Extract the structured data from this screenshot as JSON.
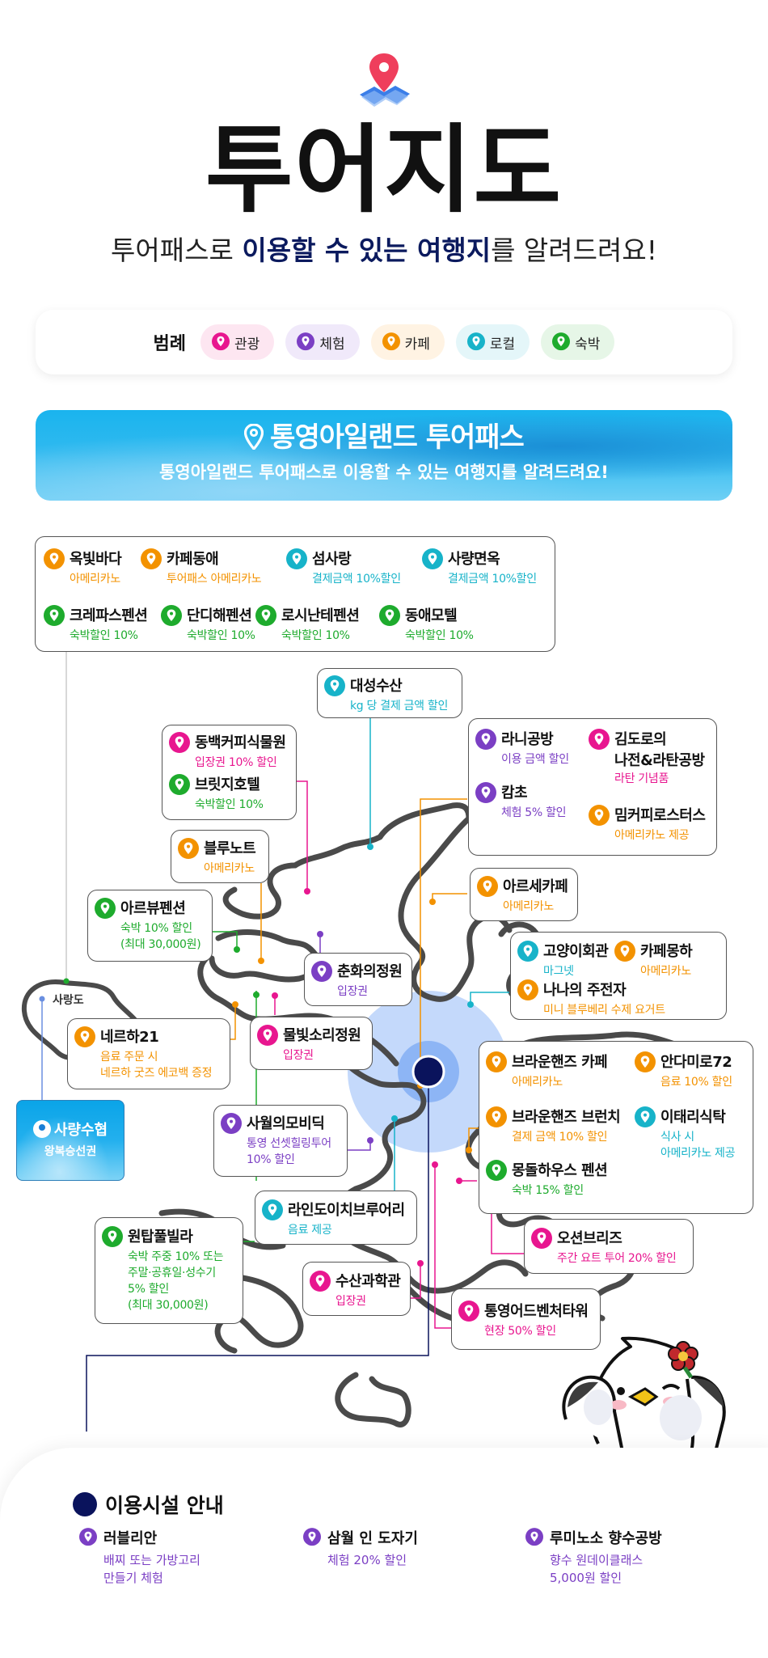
{
  "header": {
    "title": "투어지도",
    "subtitle_pre": "투어패스로 ",
    "subtitle_bold1": "이용할 수 있는 여행지",
    "subtitle_post": "를 알려드려요!"
  },
  "legend": {
    "title": "범례",
    "items": [
      {
        "label": "관광",
        "color": "#e8168f",
        "bg": "#fde6f1"
      },
      {
        "label": "체험",
        "color": "#7b3fc4",
        "bg": "#f0e9fa"
      },
      {
        "label": "카페",
        "color": "#f39200",
        "bg": "#fff3e3"
      },
      {
        "label": "로컬",
        "color": "#17b3c9",
        "bg": "#e4f6f9"
      },
      {
        "label": "숙박",
        "color": "#1eab2d",
        "bg": "#e6f6e7"
      }
    ]
  },
  "banner": {
    "title": "통영아일랜드 투어패스",
    "subtitle": "통영아일랜드 투어패스로 이용할 수 있는 여행지를 알려드려요!"
  },
  "colors": {
    "sightseeing": "#e8168f",
    "experience": "#7b3fc4",
    "cafe": "#f39200",
    "local": "#17b3c9",
    "stay": "#1eab2d",
    "navy": "#0a135c",
    "map_outline": "#4a4a4a",
    "highlight": "#b9d2fb"
  },
  "map": {
    "island_label": "사랑도",
    "saryang": {
      "title": "사량수협",
      "subtitle": "왕복승선권"
    },
    "cards": {
      "top": [
        {
          "name": "옥빛바다",
          "desc": "아메리카노",
          "cat": "cafe"
        },
        {
          "name": "카페동애",
          "desc": "투어패스 아메리카노",
          "cat": "cafe"
        },
        {
          "name": "섬사랑",
          "desc": "결제금액 10%할인",
          "cat": "local"
        },
        {
          "name": "사량면옥",
          "desc": "결제금액 10%할인",
          "cat": "local"
        },
        {
          "name": "크레파스펜션",
          "desc": "숙박할인 10%",
          "cat": "stay"
        },
        {
          "name": "단디해펜션",
          "desc": "숙박할인 10%",
          "cat": "stay"
        },
        {
          "name": "로시난테펜션",
          "desc": "숙박할인 10%",
          "cat": "stay"
        },
        {
          "name": "동애모텔",
          "desc": "숙박할인 10%",
          "cat": "stay"
        }
      ],
      "daesung": {
        "name": "대성수산",
        "desc": "kg 당 결제 금액 할인",
        "cat": "local"
      },
      "dongbaek": [
        {
          "name": "동백커피식물원",
          "desc": "입장권 10% 할인",
          "cat": "sightseeing"
        },
        {
          "name": "브릿지호텔",
          "desc": "숙박할인 10%",
          "cat": "stay"
        }
      ],
      "rani": [
        {
          "name": "라니공방",
          "desc": "이용 금액 할인",
          "cat": "experience"
        },
        {
          "name": "김도로의",
          "name2": "나전&라탄공방",
          "desc": "라탄 기념품",
          "cat": "sightseeing"
        },
        {
          "name": "캄초",
          "desc": "체험 5% 할인",
          "cat": "experience"
        },
        {
          "name": "밈커피로스터스",
          "desc": "아메리카노 제공",
          "cat": "cafe"
        }
      ],
      "bluenote": {
        "name": "블루노트",
        "desc": "아메리카노",
        "cat": "cafe"
      },
      "arse": {
        "name": "아르세카페",
        "desc": "아메리카노",
        "cat": "cafe"
      },
      "arview": {
        "name": "아르뷰펜션",
        "desc": "숙박 10% 할인",
        "desc2": "(최대 30,000원)",
        "cat": "stay"
      },
      "chunhwa": {
        "name": "춘화의정원",
        "desc": "입장권",
        "cat": "experience"
      },
      "goyang": [
        {
          "name": "고양이회관",
          "desc": "마그넷",
          "cat": "local"
        },
        {
          "name": "카페몽하",
          "desc": "아메리카노",
          "cat": "cafe"
        },
        {
          "name": "나나의 주전자",
          "desc": "미니 블루베리 수제 요거트",
          "cat": "cafe"
        }
      ],
      "nerha": {
        "name": "네르하21",
        "desc": "음료 주문 시",
        "desc2": "네르하 굿즈 에코백 증정",
        "cat": "cafe"
      },
      "mulbit": {
        "name": "물빛소리정원",
        "desc": "입장권",
        "cat": "sightseeing"
      },
      "brown": [
        {
          "name": "브라운핸즈 카페",
          "desc": "아메리카노",
          "cat": "cafe"
        },
        {
          "name": "안다미로72",
          "desc": "음료 10% 할인",
          "cat": "cafe"
        },
        {
          "name": "브라운핸즈 브런치",
          "desc": "결제 금액 10% 할인",
          "cat": "cafe"
        },
        {
          "name": "이태리식탁",
          "desc": "식사 시",
          "desc2": "아메리카노 제공",
          "cat": "local"
        },
        {
          "name": "몽돌하우스 펜션",
          "desc": "숙박 15% 할인",
          "cat": "stay"
        }
      ],
      "sawol": {
        "name": "사월의모비딕",
        "desc": "통영 선셋힐링투어",
        "desc2": "10% 할인",
        "cat": "experience"
      },
      "rhein": {
        "name": "라인도이치브루어리",
        "desc": "음료 제공",
        "cat": "local"
      },
      "wontap": {
        "name": "원탑풀빌라",
        "desc": "숙박 주중 10% 또는",
        "desc2": "주말·공휴일·성수기",
        "desc3": "5% 할인",
        "desc4": "(최대 30,000원)",
        "cat": "stay"
      },
      "ocean": {
        "name": "오션브리즈",
        "desc": "주간 요트 투어 20% 할인",
        "cat": "sightseeing"
      },
      "susan": {
        "name": "수산과학관",
        "desc": "입장권",
        "cat": "sightseeing"
      },
      "adventure": {
        "name": "통영어드벤처타워",
        "desc": "현장 50% 할인",
        "cat": "sightseeing"
      }
    }
  },
  "facilities": {
    "title": "이용시설 안내",
    "items": [
      {
        "name": "러블리안",
        "desc": "배찌 또는 가방고리",
        "desc2": "만들기 체험"
      },
      {
        "name": "삼월 인 도자기",
        "desc": "체험 20% 할인"
      },
      {
        "name": "루미노소 향수공방",
        "desc": "향수 원데이클래스",
        "desc2": "5,000원 할인"
      }
    ]
  }
}
